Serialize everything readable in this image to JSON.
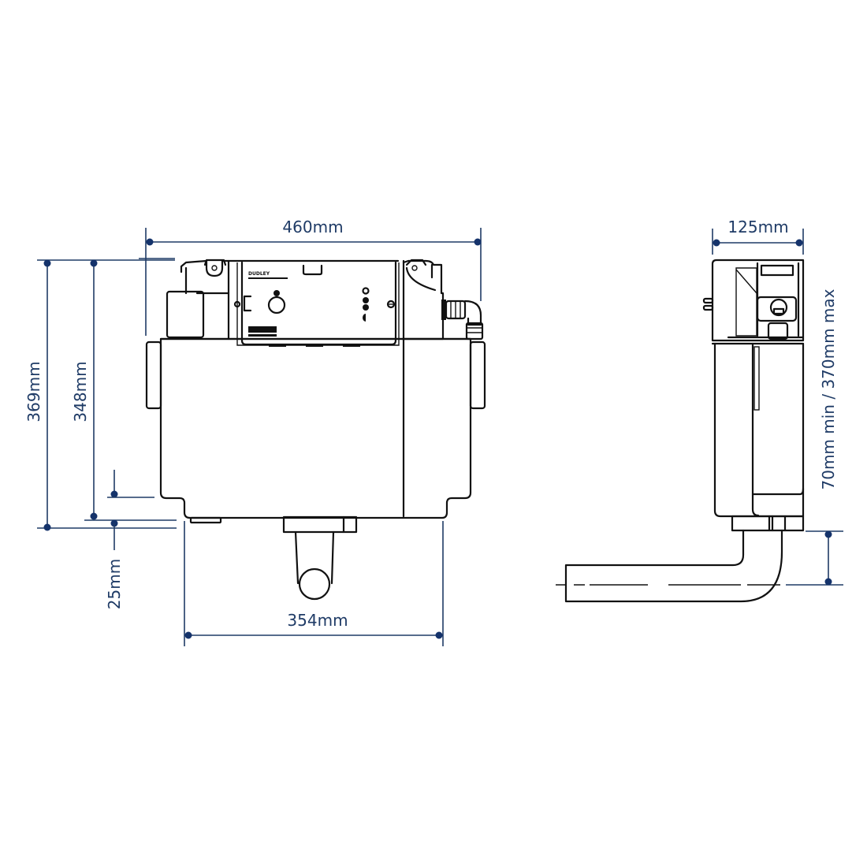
{
  "diagram": {
    "subject": "Concealed cistern dimension drawing",
    "brand_label": "DUDLEY",
    "colors": {
      "dimension": "#1f3b66",
      "outline": "#111111",
      "background": "#ffffff"
    },
    "front_view": {
      "dimensions": {
        "overall_width": "460mm",
        "base_width": "354mm",
        "overall_height": "369mm",
        "tank_height": "348mm",
        "outlet_offset": "25mm"
      }
    },
    "side_view": {
      "dimensions": {
        "depth": "125mm",
        "outlet_range": "70mm min / 370mm max"
      }
    }
  }
}
